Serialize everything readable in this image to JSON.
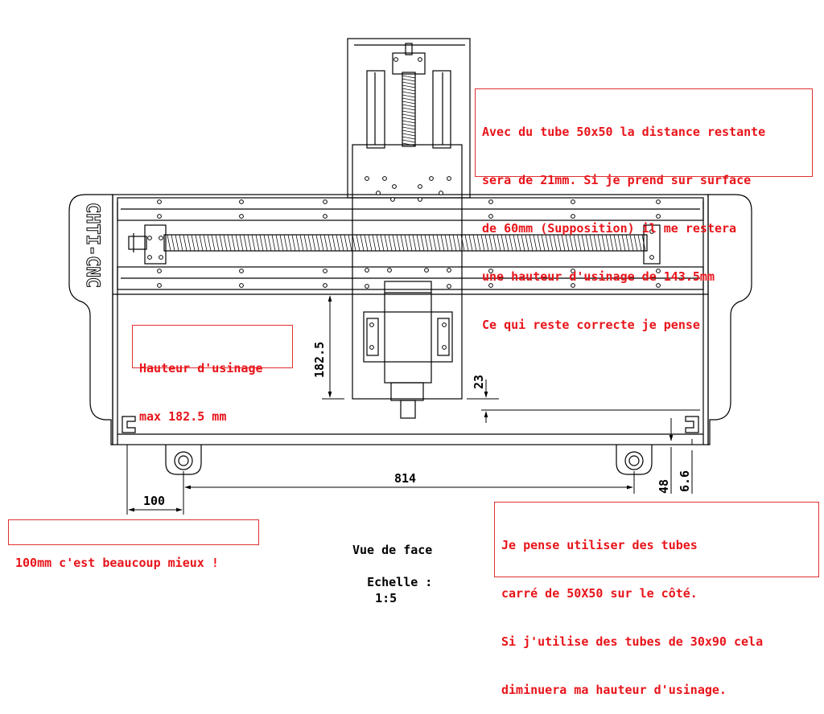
{
  "brand_mark": "CHTI-CNC",
  "notes": {
    "top_right": [
      "Avec du tube 50x50 la distance restante",
      "sera de 21mm. Si je prend sur surface",
      "de 60mm (Supposition) il me restera",
      "une hauteur d'usinage de 143.5mm",
      "Ce qui reste correcte je pense"
    ],
    "left_middle": [
      "Hauteur d'usinage",
      "max 182.5 mm"
    ],
    "bottom_left": [
      "100mm c'est beaucoup mieux !"
    ],
    "bottom_right": [
      "Je pense utiliser des tubes",
      "carré de 50X50 sur le côté.",
      "Si j'utilise des tubes de 30x90 cela",
      "diminuera ma hauteur d'usinage."
    ]
  },
  "dimensions": {
    "height_max": "182.5",
    "gap": "23",
    "width_between_feet": "814",
    "foot_offset": "100",
    "foot_height": "48",
    "plate": "6.6"
  },
  "caption": {
    "view": "Vue de face",
    "scale_label": "Echelle :",
    "scale_value": "1:5"
  }
}
